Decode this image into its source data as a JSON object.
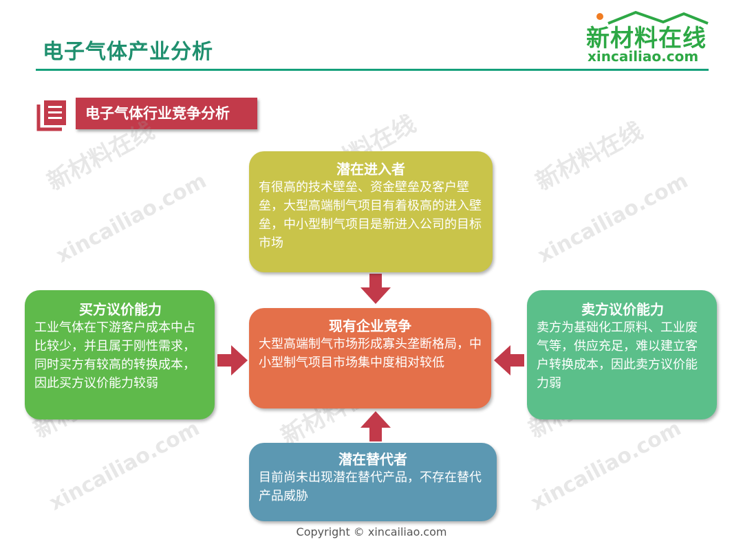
{
  "header": {
    "title": "电子气体产业分析",
    "logo_cn": "新材料在线",
    "logo_en": "xincailiao.com"
  },
  "section": {
    "label": "电子气体行业竞争分析"
  },
  "boxes": {
    "top": {
      "title": "潜在进入者",
      "body": "有很高的技术壁垒、资金壁垒及客户壁垒，大型高端制气项目有着极高的进入壁垒，中小型制气项目是新进入公司的目标市场"
    },
    "center": {
      "title": "现有企业竞争",
      "body": "大型高端制气市场形成寡头垄断格局，中小型制气项目市场集中度相对较低"
    },
    "left": {
      "title": "买方议价能力",
      "body": "工业气体在下游客户成本中占比较少，并且属于刚性需求，同时买方有较高的转换成本，因此买方议价能力较弱"
    },
    "right": {
      "title": "卖方议价能力",
      "body": "卖方为基础化工原料、工业废气等，供应充足，难以建立客户转换成本，因此卖方议价能力弱"
    },
    "bottom": {
      "title": "潜在替代者",
      "body": "目前尚未出现潜在替代产品，不存在替代产品威胁"
    }
  },
  "watermark": {
    "cn": "新材料在线",
    "en": "xincailiao.com"
  },
  "footer": {
    "copyright": "Copyright © xincailiao.com"
  },
  "colors": {
    "title_green": "#1f8f6e",
    "section_red": "#c23a4a",
    "arrow_red": "#c23a4a",
    "top_box": "#c9c44a",
    "center_box": "#e4704a",
    "left_box": "#5fba4b",
    "right_box": "#5bbf8a",
    "bottom_box": "#5c98b2"
  }
}
